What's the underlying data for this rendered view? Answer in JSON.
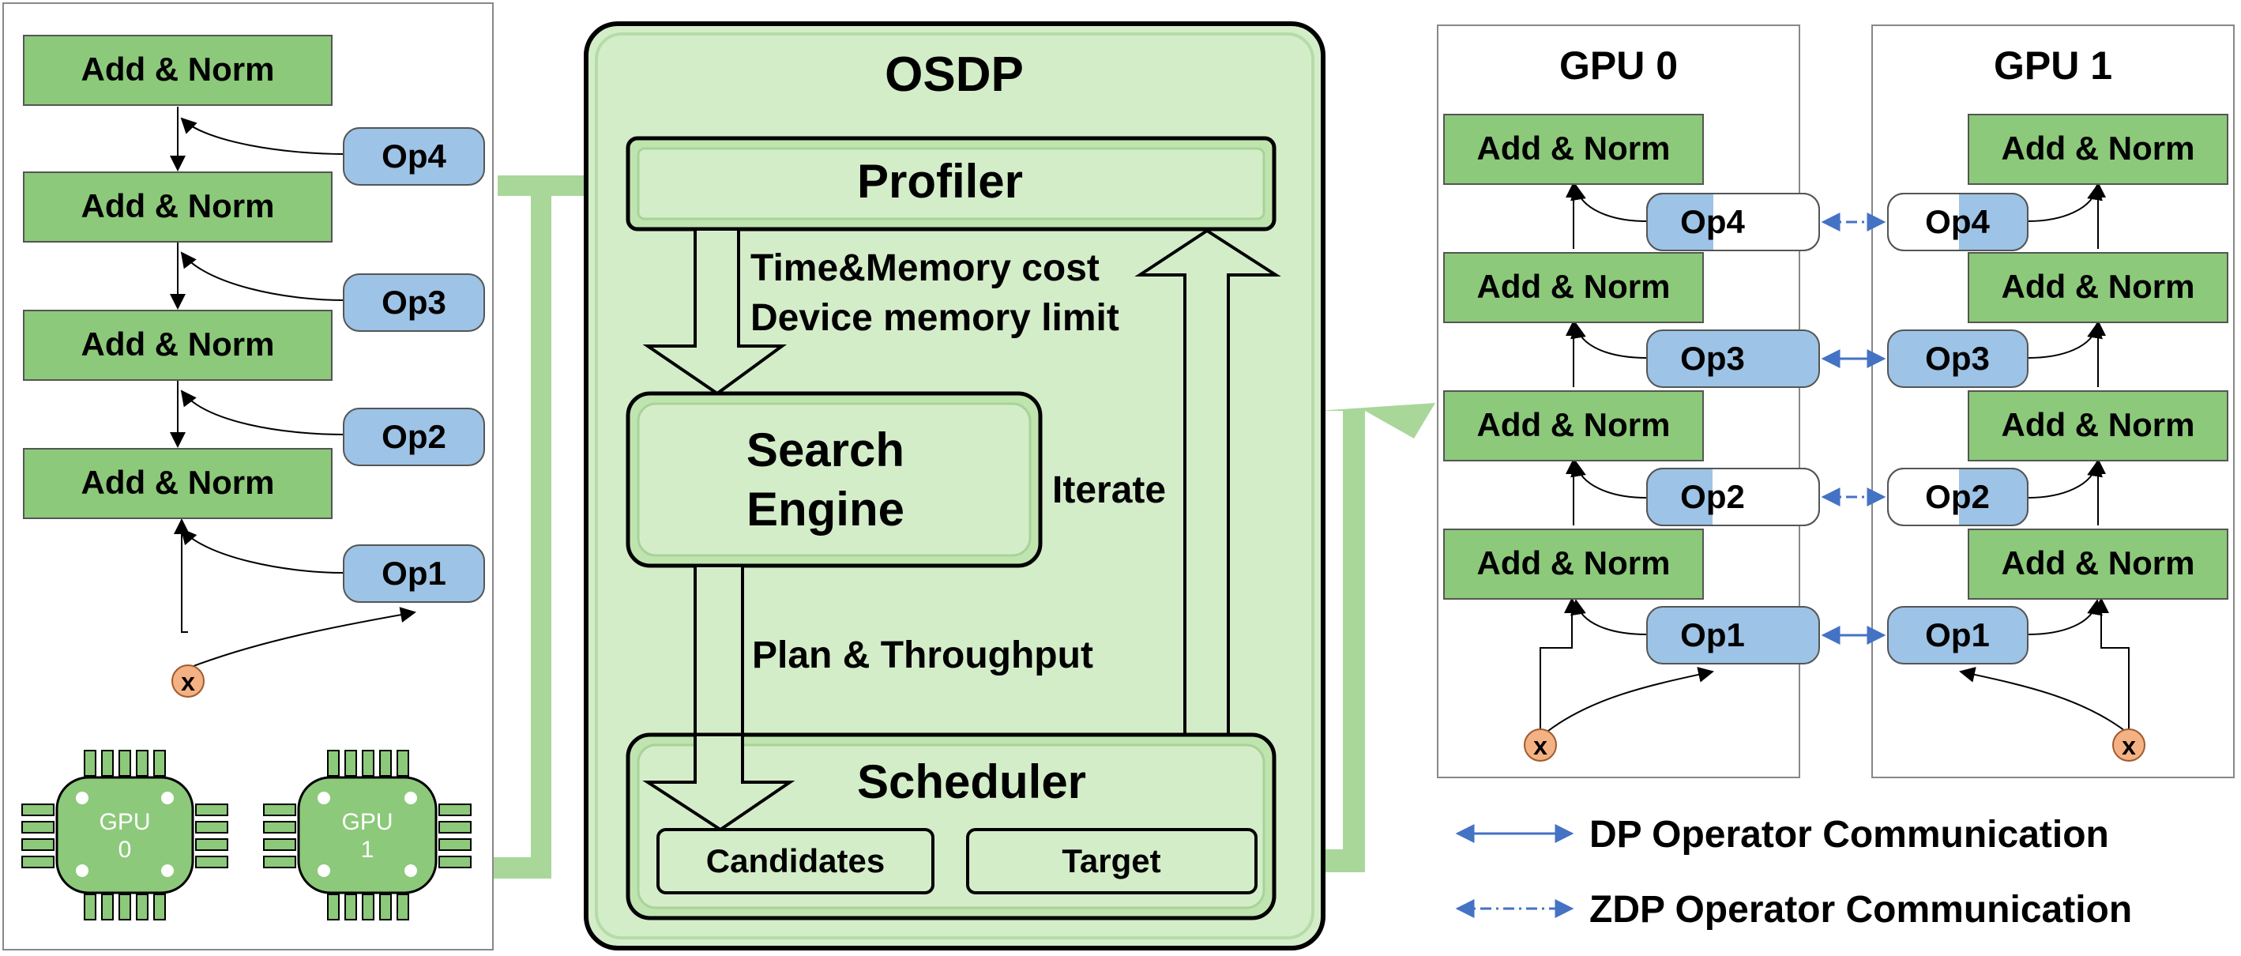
{
  "colors": {
    "green_block": "#8cc97a",
    "green_panel": "#d4edc9",
    "green_arrow": "#a9d79a",
    "blue_op": "#9dc3e6",
    "blue_line": "#4472c4",
    "x_node": "#f4b183"
  },
  "left": {
    "blocks": [
      "Add & Norm",
      "Add & Norm",
      "Add & Norm",
      "Add & Norm"
    ],
    "ops": [
      "Op4",
      "Op3",
      "Op2",
      "Op1"
    ],
    "input": "x",
    "gpus": [
      {
        "line1": "GPU",
        "line2": "0"
      },
      {
        "line1": "GPU",
        "line2": "1"
      }
    ]
  },
  "osdp": {
    "title": "OSDP",
    "profiler": "Profiler",
    "cost_line1": "Time&Memory cost",
    "cost_line2": "Device memory limit",
    "search_line1": "Search",
    "search_line2": "Engine",
    "iterate": "Iterate",
    "plan": "Plan & Throughput",
    "scheduler": "Scheduler",
    "candidates": "Candidates",
    "target": "Target"
  },
  "right": {
    "gpu0_title": "GPU 0",
    "gpu1_title": "GPU 1",
    "blocks": [
      "Add & Norm",
      "Add & Norm",
      "Add & Norm",
      "Add & Norm"
    ],
    "ops": [
      "Op4",
      "Op3",
      "Op2",
      "Op1"
    ],
    "op_sharded": [
      true,
      false,
      true,
      false
    ],
    "input": "x"
  },
  "legend": {
    "dp": "DP Operator Communication",
    "zdp": "ZDP Operator Communication"
  }
}
